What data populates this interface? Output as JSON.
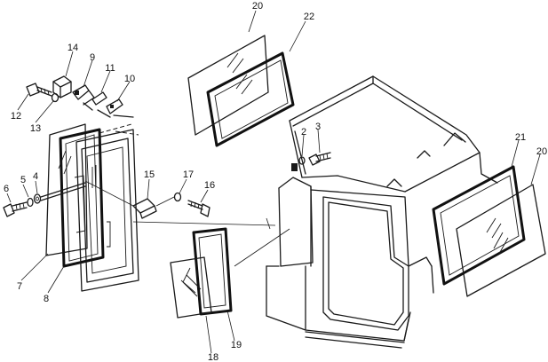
{
  "callouts": [
    {
      "id": "c20a",
      "number": "20"
    },
    {
      "id": "c22",
      "number": "22"
    },
    {
      "id": "c14",
      "number": "14"
    },
    {
      "id": "c9",
      "number": "9"
    },
    {
      "id": "c11",
      "number": "11"
    },
    {
      "id": "c10",
      "number": "10"
    },
    {
      "id": "c12",
      "number": "12"
    },
    {
      "id": "c13",
      "number": "13"
    },
    {
      "id": "c2",
      "number": "2"
    },
    {
      "id": "c3",
      "number": "3"
    },
    {
      "id": "c21",
      "number": "21"
    },
    {
      "id": "c20b",
      "number": "20"
    },
    {
      "id": "c6",
      "number": "6"
    },
    {
      "id": "c5",
      "number": "5"
    },
    {
      "id": "c4",
      "number": "4"
    },
    {
      "id": "c15",
      "number": "15"
    },
    {
      "id": "c17",
      "number": "17"
    },
    {
      "id": "c16",
      "number": "16"
    },
    {
      "id": "c7",
      "number": "7"
    },
    {
      "id": "c8",
      "number": "8"
    },
    {
      "id": "c18",
      "number": "18"
    },
    {
      "id": "c19",
      "number": "19"
    }
  ]
}
